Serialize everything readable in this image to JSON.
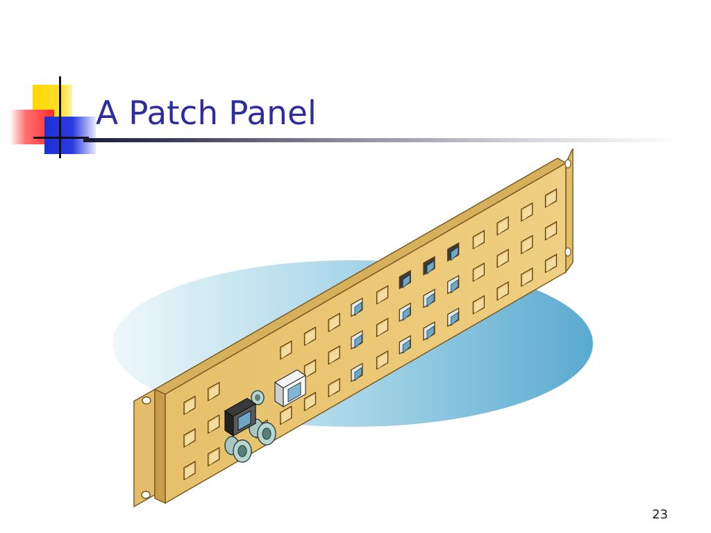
{
  "slide": {
    "title": "A Patch Panel",
    "page_number": "23"
  },
  "colors": {
    "title": "#2d2d9f",
    "panel": "#e8c26e",
    "panel_edge": "#8a6a2a",
    "ellipse_light": "#e8f5fa",
    "ellipse_dark": "#62aed0",
    "logo_yellow": "#ffd700",
    "logo_red": "#ff2a2a",
    "logo_blue": "#1f2fd6"
  },
  "illustration": {
    "subject": "rack-mount patch panel",
    "icons": [
      "ellipse-backdrop",
      "rack-ear-icon",
      "rj45-port-icon",
      "bnc-connector-icon"
    ]
  }
}
